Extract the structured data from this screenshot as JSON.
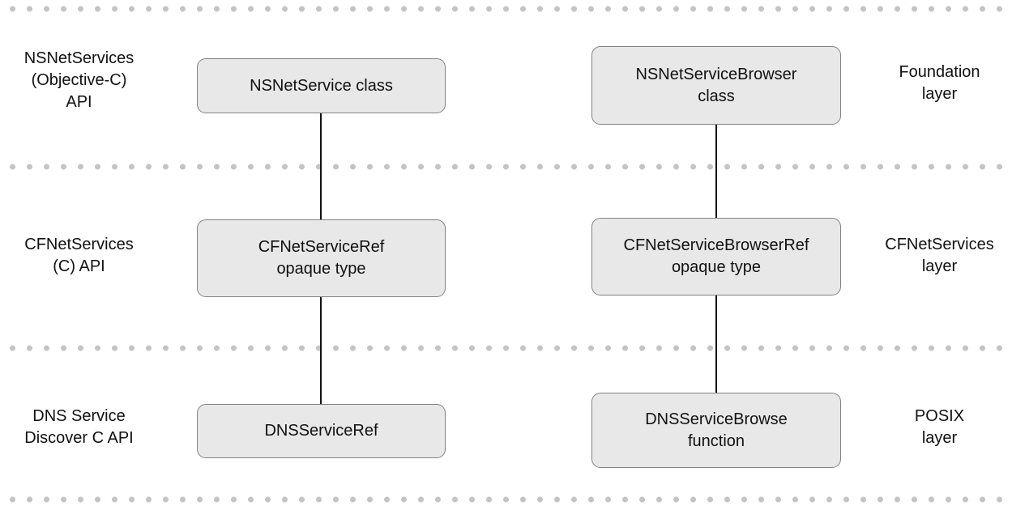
{
  "diagram": {
    "description": "Layered API architecture diagram with three layers separated by dotted lines",
    "colors": {
      "box_fill": "#e8e8e8",
      "box_border": "#828282",
      "dot_separator": "#c4c4c4",
      "connector_line": "#111111",
      "text": "#111111",
      "background": "#ffffff"
    },
    "rows": [
      {
        "left_label": "NSNetServices\n(Objective-C)\nAPI",
        "left_box": "NSNetService class",
        "right_box": "NSNetServiceBrowser\nclass",
        "right_label": "Foundation\nlayer"
      },
      {
        "left_label": "CFNetServices\n(C) API",
        "left_box": "CFNetServiceRef\nopaque type",
        "right_box": "CFNetServiceBrowserRef\nopaque type",
        "right_label": "CFNetServices\nlayer"
      },
      {
        "left_label": "DNS Service\nDiscover C API",
        "left_box": "DNSServiceRef",
        "right_box": "DNSServiceBrowse\nfunction",
        "right_label": "POSIX\nlayer"
      }
    ]
  }
}
